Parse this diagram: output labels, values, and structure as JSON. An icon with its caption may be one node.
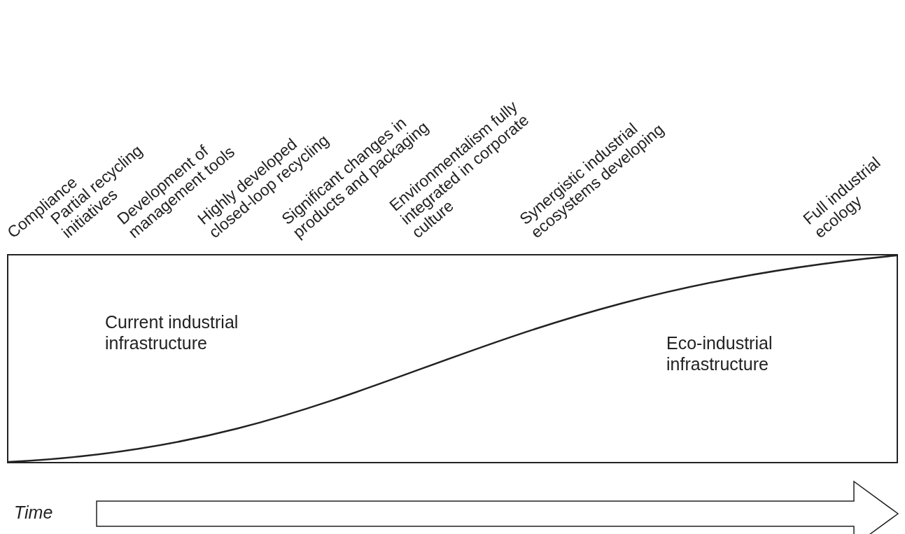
{
  "diagram": {
    "nodes": [
      {
        "text": [
          "Current industrial infrastructure",
          "Eco-industrial infrastructure"
        ]
      }
    ],
    "labels": [
      "Compliance",
      "Partial recycling initiatives",
      "Development of management tools",
      "Highly developed closed-loop recycling",
      "Significant changes in products and packaging",
      "Environmentalism fully integrated in corporate culture",
      "Synergistic industrial ecosystems developing",
      "Full industrial ecology",
      "Time"
    ]
  }
}
